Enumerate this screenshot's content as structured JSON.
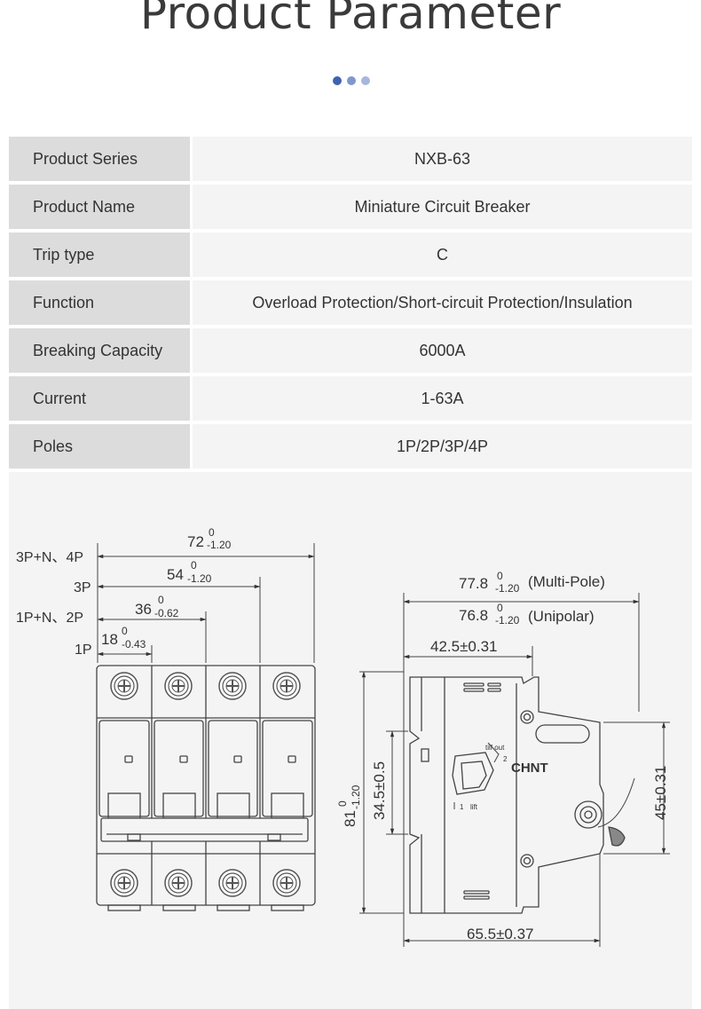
{
  "header": {
    "title": "Product Parameter",
    "dot_colors": [
      "#3f62b3",
      "#7f97cc",
      "#a7b6de"
    ]
  },
  "params": [
    {
      "label": "Product Series",
      "value": "NXB-63"
    },
    {
      "label": "Product Name",
      "value": "Miniature Circuit Breaker"
    },
    {
      "label": "Trip type",
      "value": "C"
    },
    {
      "label": "Function",
      "value": "Overload Protection/Short-circuit Protection/Insulation"
    },
    {
      "label": "Breaking Capacity",
      "value": "6000A"
    },
    {
      "label": "Current",
      "value": "1-63A"
    },
    {
      "label": "Poles",
      "value": "1P/2P/3P/4P"
    }
  ],
  "drawing": {
    "front": {
      "pole_labels": [
        "3P+N、4P",
        "3P",
        "1P+N、2P",
        "1P"
      ],
      "width_dims": [
        {
          "nominal": "72",
          "upper": "0",
          "lower": "-1.20"
        },
        {
          "nominal": "54",
          "upper": "0",
          "lower": "-1.20"
        },
        {
          "nominal": "36",
          "upper": "0",
          "lower": "-0.62"
        },
        {
          "nominal": "18",
          "upper": "0",
          "lower": "-0.43"
        }
      ]
    },
    "side": {
      "depth_multi": {
        "nominal": "77.8",
        "upper": "0",
        "lower": "-1.20",
        "note": "(Multi-Pole)"
      },
      "depth_uni": {
        "nominal": "76.8",
        "upper": "0",
        "lower": "-1.20",
        "note": "(Unipolar)"
      },
      "dim_top": "42.5±0.31",
      "dim_bottom": "65.5±0.37",
      "dim_height": {
        "nominal": "81",
        "upper": "0",
        "lower": "-1.20"
      },
      "dim_inner": "34.5±0.5",
      "dim_right": "45±0.31",
      "brand": "CHNT",
      "label_tilf": "tilf out",
      "label_2": "2",
      "label_1": "1",
      "label_lift": "lift"
    }
  }
}
